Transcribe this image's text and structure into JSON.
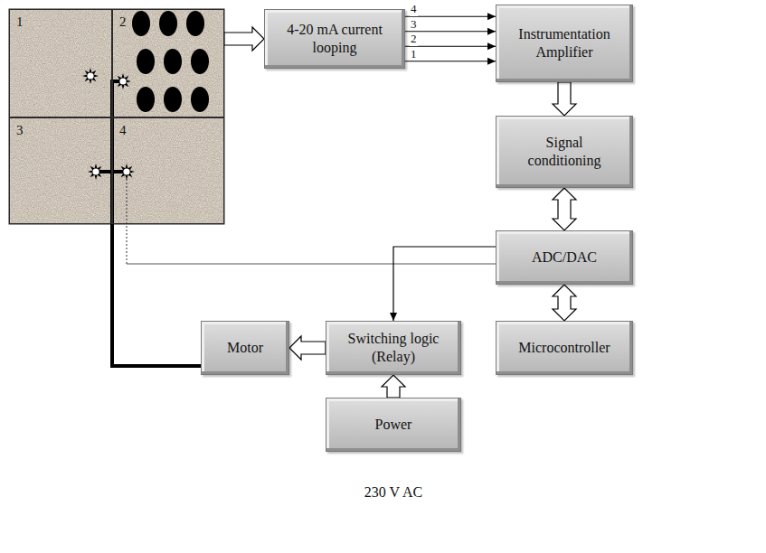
{
  "diagram": {
    "nodes": [
      {
        "text": [
          "1"
        ]
      },
      {
        "text": [
          "2"
        ]
      },
      {
        "text": [
          "3"
        ]
      },
      {
        "text": [
          "4"
        ]
      },
      {
        "text": [
          "4-20 mA current looping"
        ]
      },
      {
        "text": [
          "Instrumentation Amplifier"
        ]
      },
      {
        "text": [
          "Signal conditioning"
        ]
      },
      {
        "text": [
          "ADC/DAC"
        ]
      },
      {
        "text": [
          "Motor"
        ]
      },
      {
        "text": [
          "Switching logic (Relay)"
        ]
      },
      {
        "text": [
          "Microcontroller"
        ]
      },
      {
        "text": [
          "Power"
        ]
      }
    ],
    "edges": [
      {
        "from": 1,
        "to": 4,
        "arrow": "to"
      },
      {
        "from": 4,
        "to": 5,
        "arrow": "to",
        "label": "4"
      },
      {
        "from": 4,
        "to": 5,
        "arrow": "to",
        "label": "3"
      },
      {
        "from": 4,
        "to": 5,
        "arrow": "to",
        "label": "2"
      },
      {
        "from": 4,
        "to": 5,
        "arrow": "to",
        "label": "1"
      },
      {
        "from": 5,
        "to": 6,
        "arrow": "to"
      },
      {
        "from": 6,
        "to": 7,
        "arrow": "both"
      },
      {
        "from": 7,
        "to": 10,
        "arrow": "both"
      },
      {
        "from": 7,
        "to": 9,
        "arrow": "to"
      },
      {
        "from": 9,
        "to": 8,
        "arrow": "to"
      },
      {
        "from": 11,
        "to": 9,
        "arrow": "to"
      }
    ],
    "labels": [
      "230 V AC"
    ]
  }
}
